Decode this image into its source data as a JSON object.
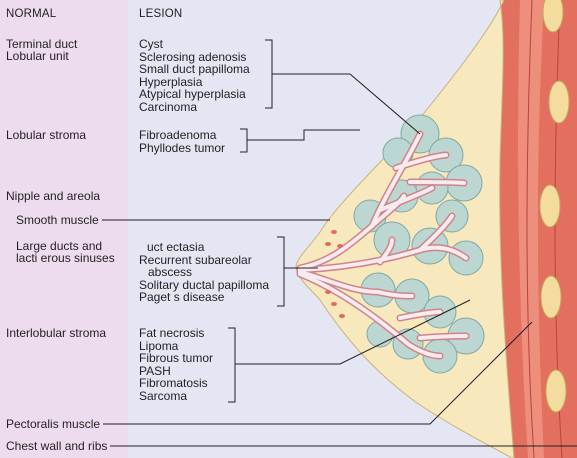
{
  "headers": {
    "normal": "NORMAL",
    "lesion": "LESION"
  },
  "structures": {
    "terminal_duct": [
      "Terminal duct",
      "Lobular unit"
    ],
    "lobular_stroma": "Lobular stroma",
    "nipple_areola": "Nipple and areola",
    "smooth_muscle": "Smooth muscle",
    "large_ducts": [
      "Large ducts and",
      "lacti erous sinuses"
    ],
    "interlobular_stroma": "Interlobular stroma",
    "pectoralis": "Pectoralis muscle",
    "chest_wall": "Chest wall and ribs"
  },
  "lesions": {
    "terminal_duct": [
      "Cyst",
      "Sclerosing adenosis",
      "Small duct papilloma",
      "Hyperplasia",
      "Atypical hyperplasia",
      "Carcinoma"
    ],
    "lobular_stroma": [
      "Fibroadenoma",
      "Phyllodes tumor"
    ],
    "large_ducts": [
      "uct ectasia",
      "Recurrent subareolar",
      "abscess",
      "Solitary ductal papilloma",
      "Paget s disease"
    ],
    "interlobular_stroma": [
      "Fat necrosis",
      "Lipoma",
      "Fibrous tumor",
      "PASH",
      "Fibromatosis",
      "Sarcoma"
    ]
  },
  "colors": {
    "normal_band": "#ecdcee",
    "lesion_band": "#e4e6f3",
    "breast_fat": "#f8e8bd",
    "lobule": "#bcd6d2",
    "duct": "#f6ecef",
    "duct_outline": "#d2828a",
    "muscle": "#e3705f",
    "rib": "#f3dc9e",
    "line": "#231f20"
  }
}
